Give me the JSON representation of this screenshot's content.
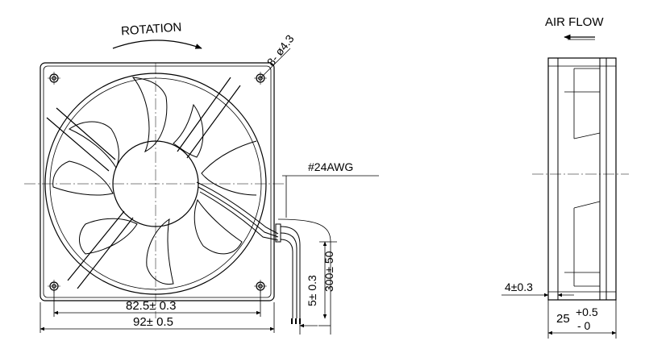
{
  "labels": {
    "rotation": "ROTATION",
    "air_flow": "AIR FLOW",
    "holes": "8- ø4.3",
    "wire_gauge": "#24AWG",
    "dim_hole_pitch": "82.5± 0.3",
    "dim_width": "92± 0.5",
    "dim_lead_strip": "5± 0.3",
    "dim_lead_length": "300± 50",
    "dim_flange": "4±0.3",
    "dim_depth_main": "25",
    "dim_depth_plus": "+0.5",
    "dim_depth_minus": "- 0"
  },
  "colors": {
    "line": "#000000",
    "background": "#ffffff"
  }
}
